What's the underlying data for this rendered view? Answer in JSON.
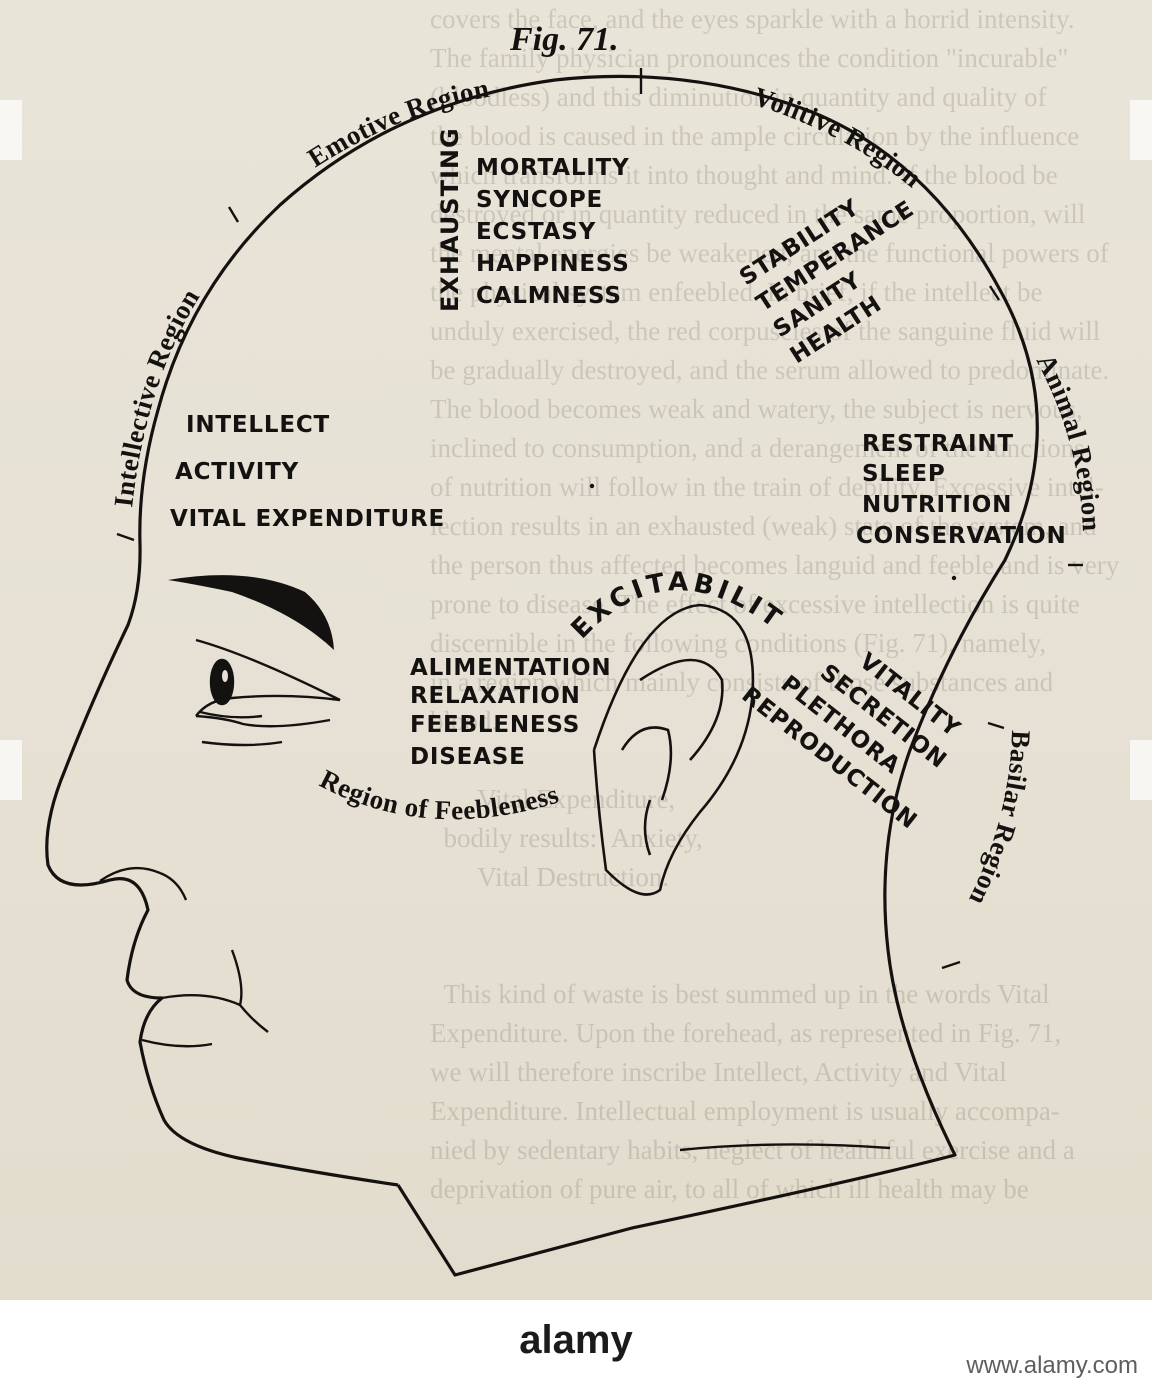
{
  "figure": {
    "caption": "Fig. 71."
  },
  "regions": {
    "emotive": "Emotive Region",
    "volitive": "Volitive Region",
    "intellective": "Intellective Region",
    "animal": "Animal Region",
    "basilar": "Basilar Region",
    "feebleness": "Region of Feebleness",
    "excitability": "EXCITABILITY"
  },
  "labels": {
    "exhausting": "EXHAUSTING",
    "crown": [
      "MORTALITY",
      "SYNCOPE",
      "ECSTASY",
      "HAPPINESS",
      "CALMNESS"
    ],
    "volitive_block": [
      "STABILITY",
      "TEMPERANCE",
      "SANITY",
      "HEALTH"
    ],
    "forehead": [
      "INTELLECT",
      "ACTIVITY",
      "VITAL EXPENDITURE"
    ],
    "animal_block": [
      "RESTRAINT",
      "SLEEP",
      "NUTRITION",
      "CONSERVATION"
    ],
    "cheek": [
      "ALIMENTATION",
      "RELAXATION",
      "FEEBLENESS",
      "DISEASE"
    ],
    "basilar_block": [
      "VITALITY",
      "SECRETION",
      "PLETHORA",
      "REPRODUCTION"
    ]
  },
  "watermark": {
    "brand": "alamy",
    "url": "www.alamy.com"
  },
  "colors": {
    "paper": "#e7e2d6",
    "ink": "#141210"
  }
}
